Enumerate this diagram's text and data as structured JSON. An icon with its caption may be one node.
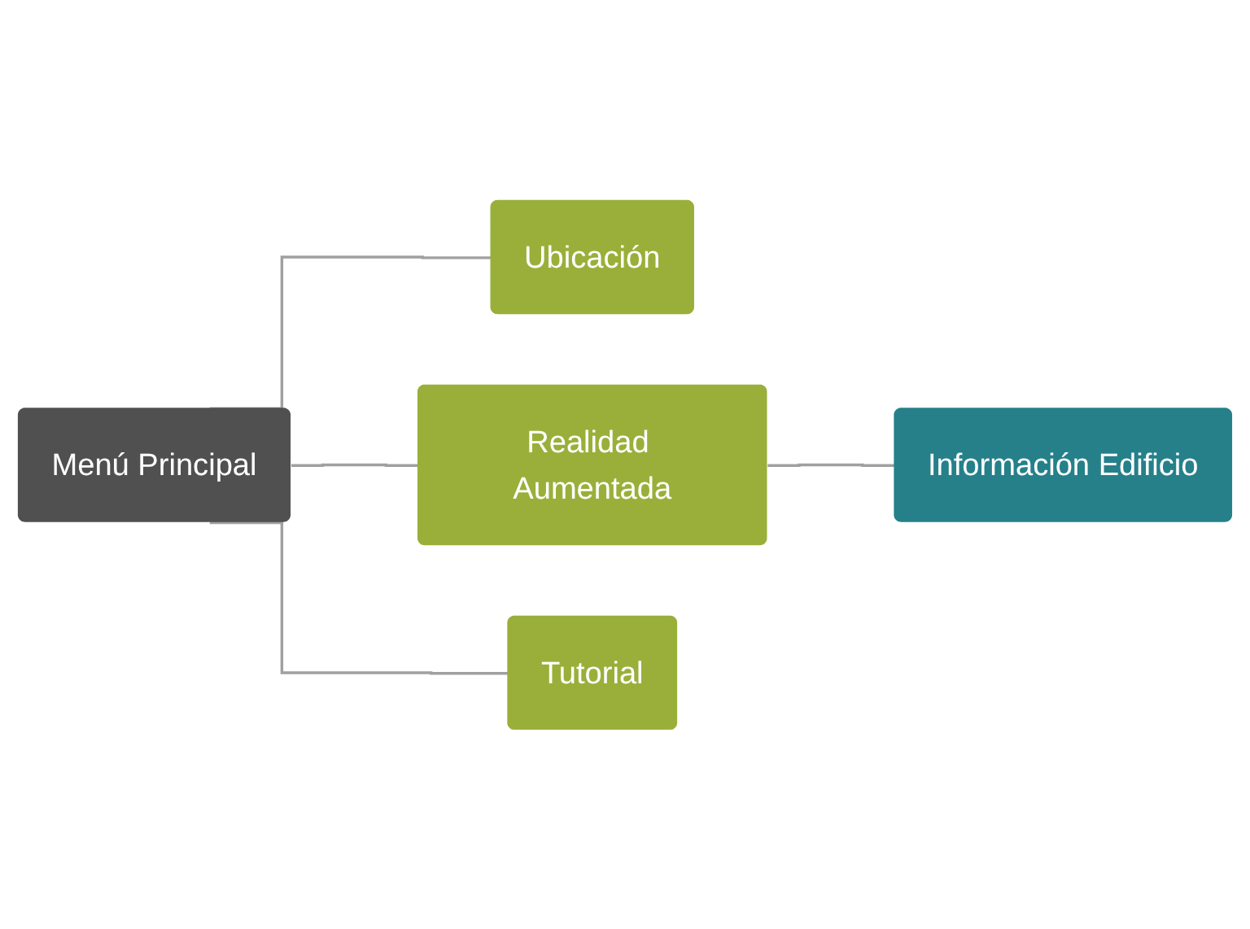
{
  "diagram": {
    "nodes": [
      {
        "text": [
          "Ubicación"
        ]
      },
      {
        "text": [
          "Menú Principal"
        ]
      },
      {
        "text": [
          "Realidad Aumentada"
        ]
      },
      {
        "text": [
          "Información Edificio"
        ]
      },
      {
        "text": [
          "Tutorial"
        ]
      }
    ],
    "edges": [
      {
        "from": 1,
        "to": 0,
        "arrow": "none"
      },
      {
        "from": 1,
        "to": 2,
        "arrow": "none"
      },
      {
        "from": 2,
        "to": 3,
        "arrow": "none"
      },
      {
        "from": 1,
        "to": 4,
        "arrow": "none"
      }
    ]
  }
}
